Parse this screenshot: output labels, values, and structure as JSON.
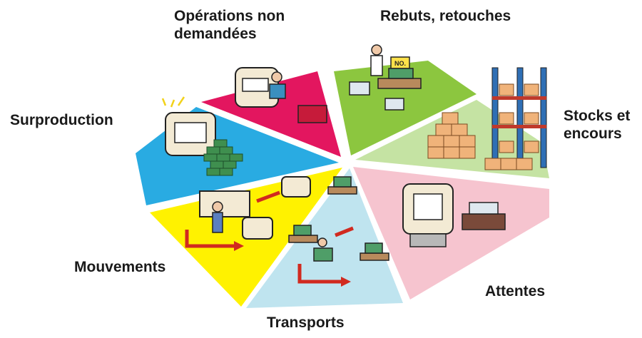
{
  "diagram": {
    "segments": [
      {
        "id": "operations",
        "label_line1": "Opérations non",
        "label_line2": "demandées",
        "color": "#e3165f"
      },
      {
        "id": "rebuts",
        "label": "Rebuts, retouches",
        "color": "#8cc63f",
        "sign_text": "NO."
      },
      {
        "id": "stocks",
        "label_line1": "Stocks et",
        "label_line2": "encours",
        "color": "#c5e3a3"
      },
      {
        "id": "attentes",
        "label": "Attentes",
        "color": "#f6c4cf"
      },
      {
        "id": "transports",
        "label": "Transports",
        "color": "#bfe4ef"
      },
      {
        "id": "mouvements",
        "label": "Mouvements",
        "color": "#fff200"
      },
      {
        "id": "surproduction",
        "label": "Surproduction",
        "color": "#29abe2"
      }
    ]
  }
}
